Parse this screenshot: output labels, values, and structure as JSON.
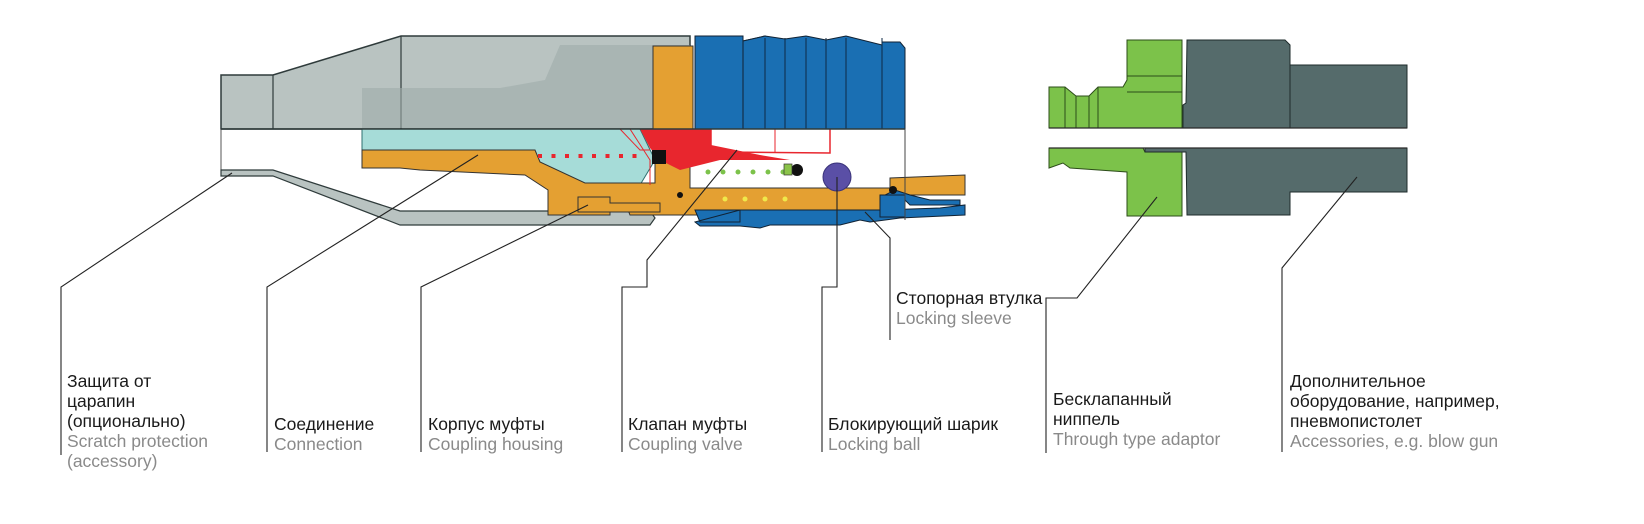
{
  "title": "Quick coupling cross-section",
  "colors": {
    "scratch_protection": "#b9c3c1",
    "housing": "#e4a032",
    "connection": "#a6dcd8",
    "valve": "#e8262e",
    "locking_sleeve": "#1a6fb3",
    "locking_ball": "#5a4fa6",
    "adaptor": "#7cc24a",
    "accessory": "#556b6b",
    "ru_text": "#1a1a1a",
    "en_text": "#8a8a8a",
    "leader_line": "#222222"
  },
  "labels": [
    {
      "id": "scratch-protection",
      "ru": "Защита от\nцарапин\n(опционально)",
      "en": "Scratch protection\n(accessory)"
    },
    {
      "id": "connection",
      "ru": "Соединение",
      "en": "Connection"
    },
    {
      "id": "coupling-housing",
      "ru": "Корпус муфты",
      "en": "Coupling housing"
    },
    {
      "id": "coupling-valve",
      "ru": "Клапан муфты",
      "en": "Coupling valve"
    },
    {
      "id": "locking-ball",
      "ru": "Блокирующий шарик",
      "en": "Locking ball"
    },
    {
      "id": "locking-sleeve",
      "ru": "Стопорная втулка",
      "en": "Locking sleeve"
    },
    {
      "id": "through-type-adaptor",
      "ru": "Бесклапанный\nниппель",
      "en": " Through type adaptor"
    },
    {
      "id": "accessories",
      "ru": "Дополнительное\nоборудование, например,\nпневмопистолет",
      "en": "Accessories, e.g. blow gun"
    }
  ]
}
